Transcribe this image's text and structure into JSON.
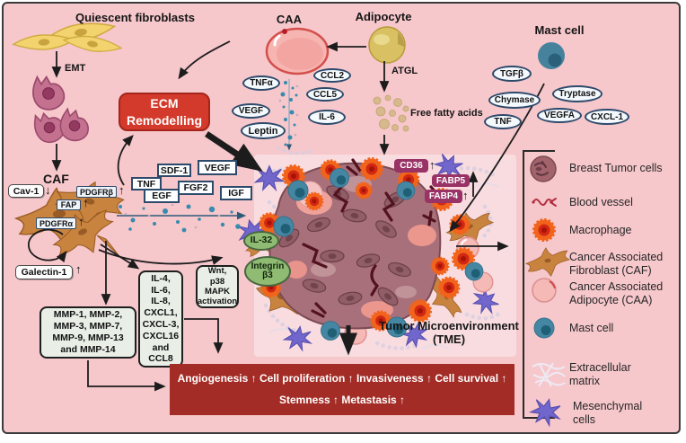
{
  "glyphs": {
    "up": "↑",
    "down": "↓"
  },
  "titles": {
    "quiescent_fibroblasts": "Quiescent fibroblasts",
    "caa": "CAA",
    "adipocyte": "Adipocyte",
    "mast_cell": "Mast cell",
    "emt": "EMT",
    "caf": "CAF",
    "atgl": "ATGL",
    "free_fatty_acids": "Free fatty acids",
    "tme": "Tumor Microenvironment\n(TME)"
  },
  "ecm_box": {
    "label": "ECM\nRemodelling"
  },
  "caa_factors": {
    "tnfa": "TNFα",
    "vegf": "VEGF",
    "leptin": "Leptin",
    "ccl2": "CCL2",
    "ccl5": "CCL5",
    "il6": "IL-6"
  },
  "mast_factors": {
    "tgfb": "TGFβ",
    "chymase": "Chymase",
    "tnf": "TNF",
    "tryptase": "Tryptase",
    "vegfa": "VEGFA",
    "cxcl1": "CXCL-1"
  },
  "caf_factors": {
    "sdf1": "SDF-1",
    "vegf": "VEGF",
    "tnf": "TNF",
    "fgf2": "FGF2",
    "egf": "EGF",
    "igf": "IGF"
  },
  "caf_markers": {
    "cav1": "Cav-1",
    "pdgfrb": "PDGFRβ",
    "fap": "FAP",
    "pdgfra": "PDGFRα",
    "galectin": "Galectin-1"
  },
  "tumor_markers": {
    "cd36": "CD36",
    "fabp5": "FABP5",
    "fabp4": "FABP4",
    "il32": "IL-32",
    "integrin_b3": "Integrin\nβ3"
  },
  "boxes": {
    "mmp": "MMP-1, MMP-2,\nMMP-3, MMP-7,\nMMP-9, MMP-13\nand MMP-14",
    "interleukins": "IL-4,\nIL-6,\nIL-8,\nCXCL1,\nCXCL-3,\nCXCL16\nand\nCCL8",
    "wnt": "Wnt,\np38\nMAPK\nactivation"
  },
  "banner": {
    "line1": "Angiogenesis ↑ Cell proliferation ↑  Invasiveness ↑  Cell survival ↑",
    "line2": "Stemness ↑ Metastasis ↑"
  },
  "legend": {
    "items": [
      {
        "label": "Breast Tumor cells",
        "icon": "breast-tumor-cells-icon"
      },
      {
        "label": "Blood vessel",
        "icon": "blood-vessel-icon"
      },
      {
        "label": "Macrophage",
        "icon": "macrophage-icon"
      },
      {
        "label": "Cancer Associated\nFibroblast (CAF)",
        "icon": "caf-icon"
      },
      {
        "label": "Cancer Associated\nAdipocyte (CAA)",
        "icon": "caa-icon"
      },
      {
        "label": "Mast cell",
        "icon": "mast-cell-icon"
      },
      {
        "label": "Extracellular\nmatrix",
        "icon": "ecm-icon"
      },
      {
        "label": "Mesenchymal\ncells",
        "icon": "mesenchymal-cells-icon"
      }
    ]
  },
  "colors": {
    "background": "#f6c7cb",
    "ecm_box_red": "#d43a2b",
    "banner_red": "#a32c26",
    "label_border_navy": "#2e4a6b",
    "marker_purple": "#993366",
    "marker_green": "#90bb72"
  }
}
